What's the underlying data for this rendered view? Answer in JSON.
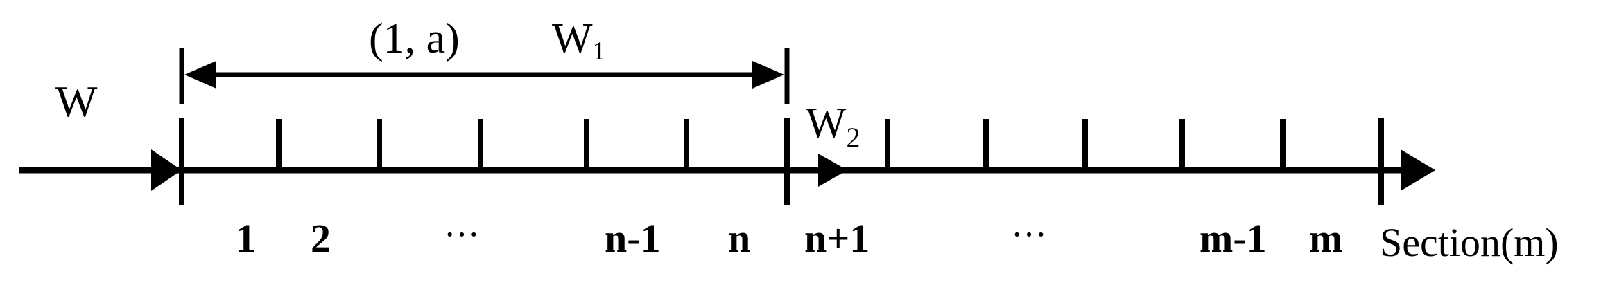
{
  "diagram": {
    "flow_in_label": "W",
    "interval_label": "(1, a)",
    "w1_label": {
      "base": "W",
      "sub": "1"
    },
    "w2_label": {
      "base": "W",
      "sub": "2"
    },
    "axis_label": "Section(m)",
    "section_labels": {
      "s1": "1",
      "s2": "2",
      "ellipsis_left": "···",
      "n_minus_1": "n-1",
      "n": "n",
      "n_plus_1": "n+1",
      "ellipsis_right": "···",
      "m_minus_1": "m-1",
      "m": "m"
    }
  }
}
